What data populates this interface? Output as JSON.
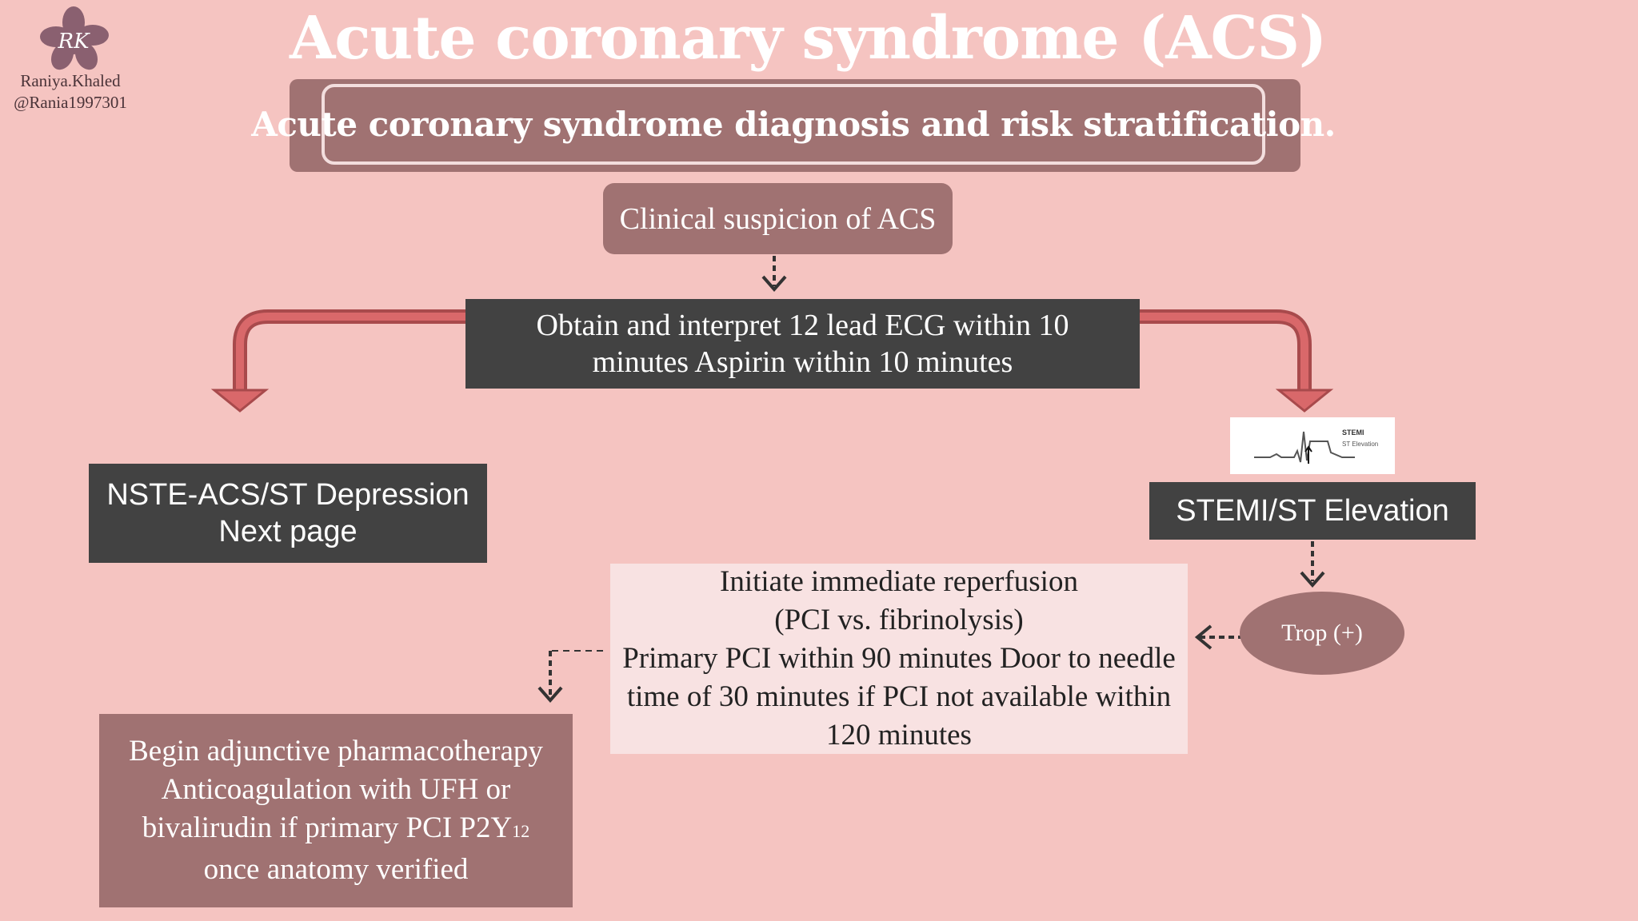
{
  "logo": {
    "monogram": "RK",
    "author_name": "Raniya.Khaled",
    "handle": "@Rania1997301"
  },
  "title": "Acute coronary syndrome (ACS)",
  "subtitle": "Acute coronary syndrome diagnosis and risk stratification.",
  "nodes": {
    "suspicion": "Clinical suspicion of ACS",
    "ecg": "Obtain and interpret 12 lead ECG within 10 minutes Aspirin within 10 minutes",
    "nste": {
      "line1": "NSTE-ACS/ST Depression",
      "line2": "Next page"
    },
    "stemi": "STEMI/ST Elevation",
    "ecg_thumbnail": {
      "label1": "STEMI",
      "label2": "ST Elevation"
    },
    "trop": "Trop (+)",
    "reperfusion": {
      "line1": "Initiate immediate reperfusion",
      "line2": "(PCI vs. fibrinolysis)",
      "line3": "Primary PCI within 90 minutes Door to needle time of 30 minutes if PCI not available within 120 minutes"
    },
    "adjunctive": {
      "line1": "Begin adjunctive pharmacotherapy Anticoagulation with UFH or bivalirudin if primary PCI P2Y",
      "subscript": "12",
      "line2": "once anatomy verified"
    }
  },
  "colors": {
    "background": "#f5c4c1",
    "mauve": "#a07272",
    "dark": "#424242",
    "light_box": "#f8e2e2",
    "arrow_red": "#d9686a"
  }
}
